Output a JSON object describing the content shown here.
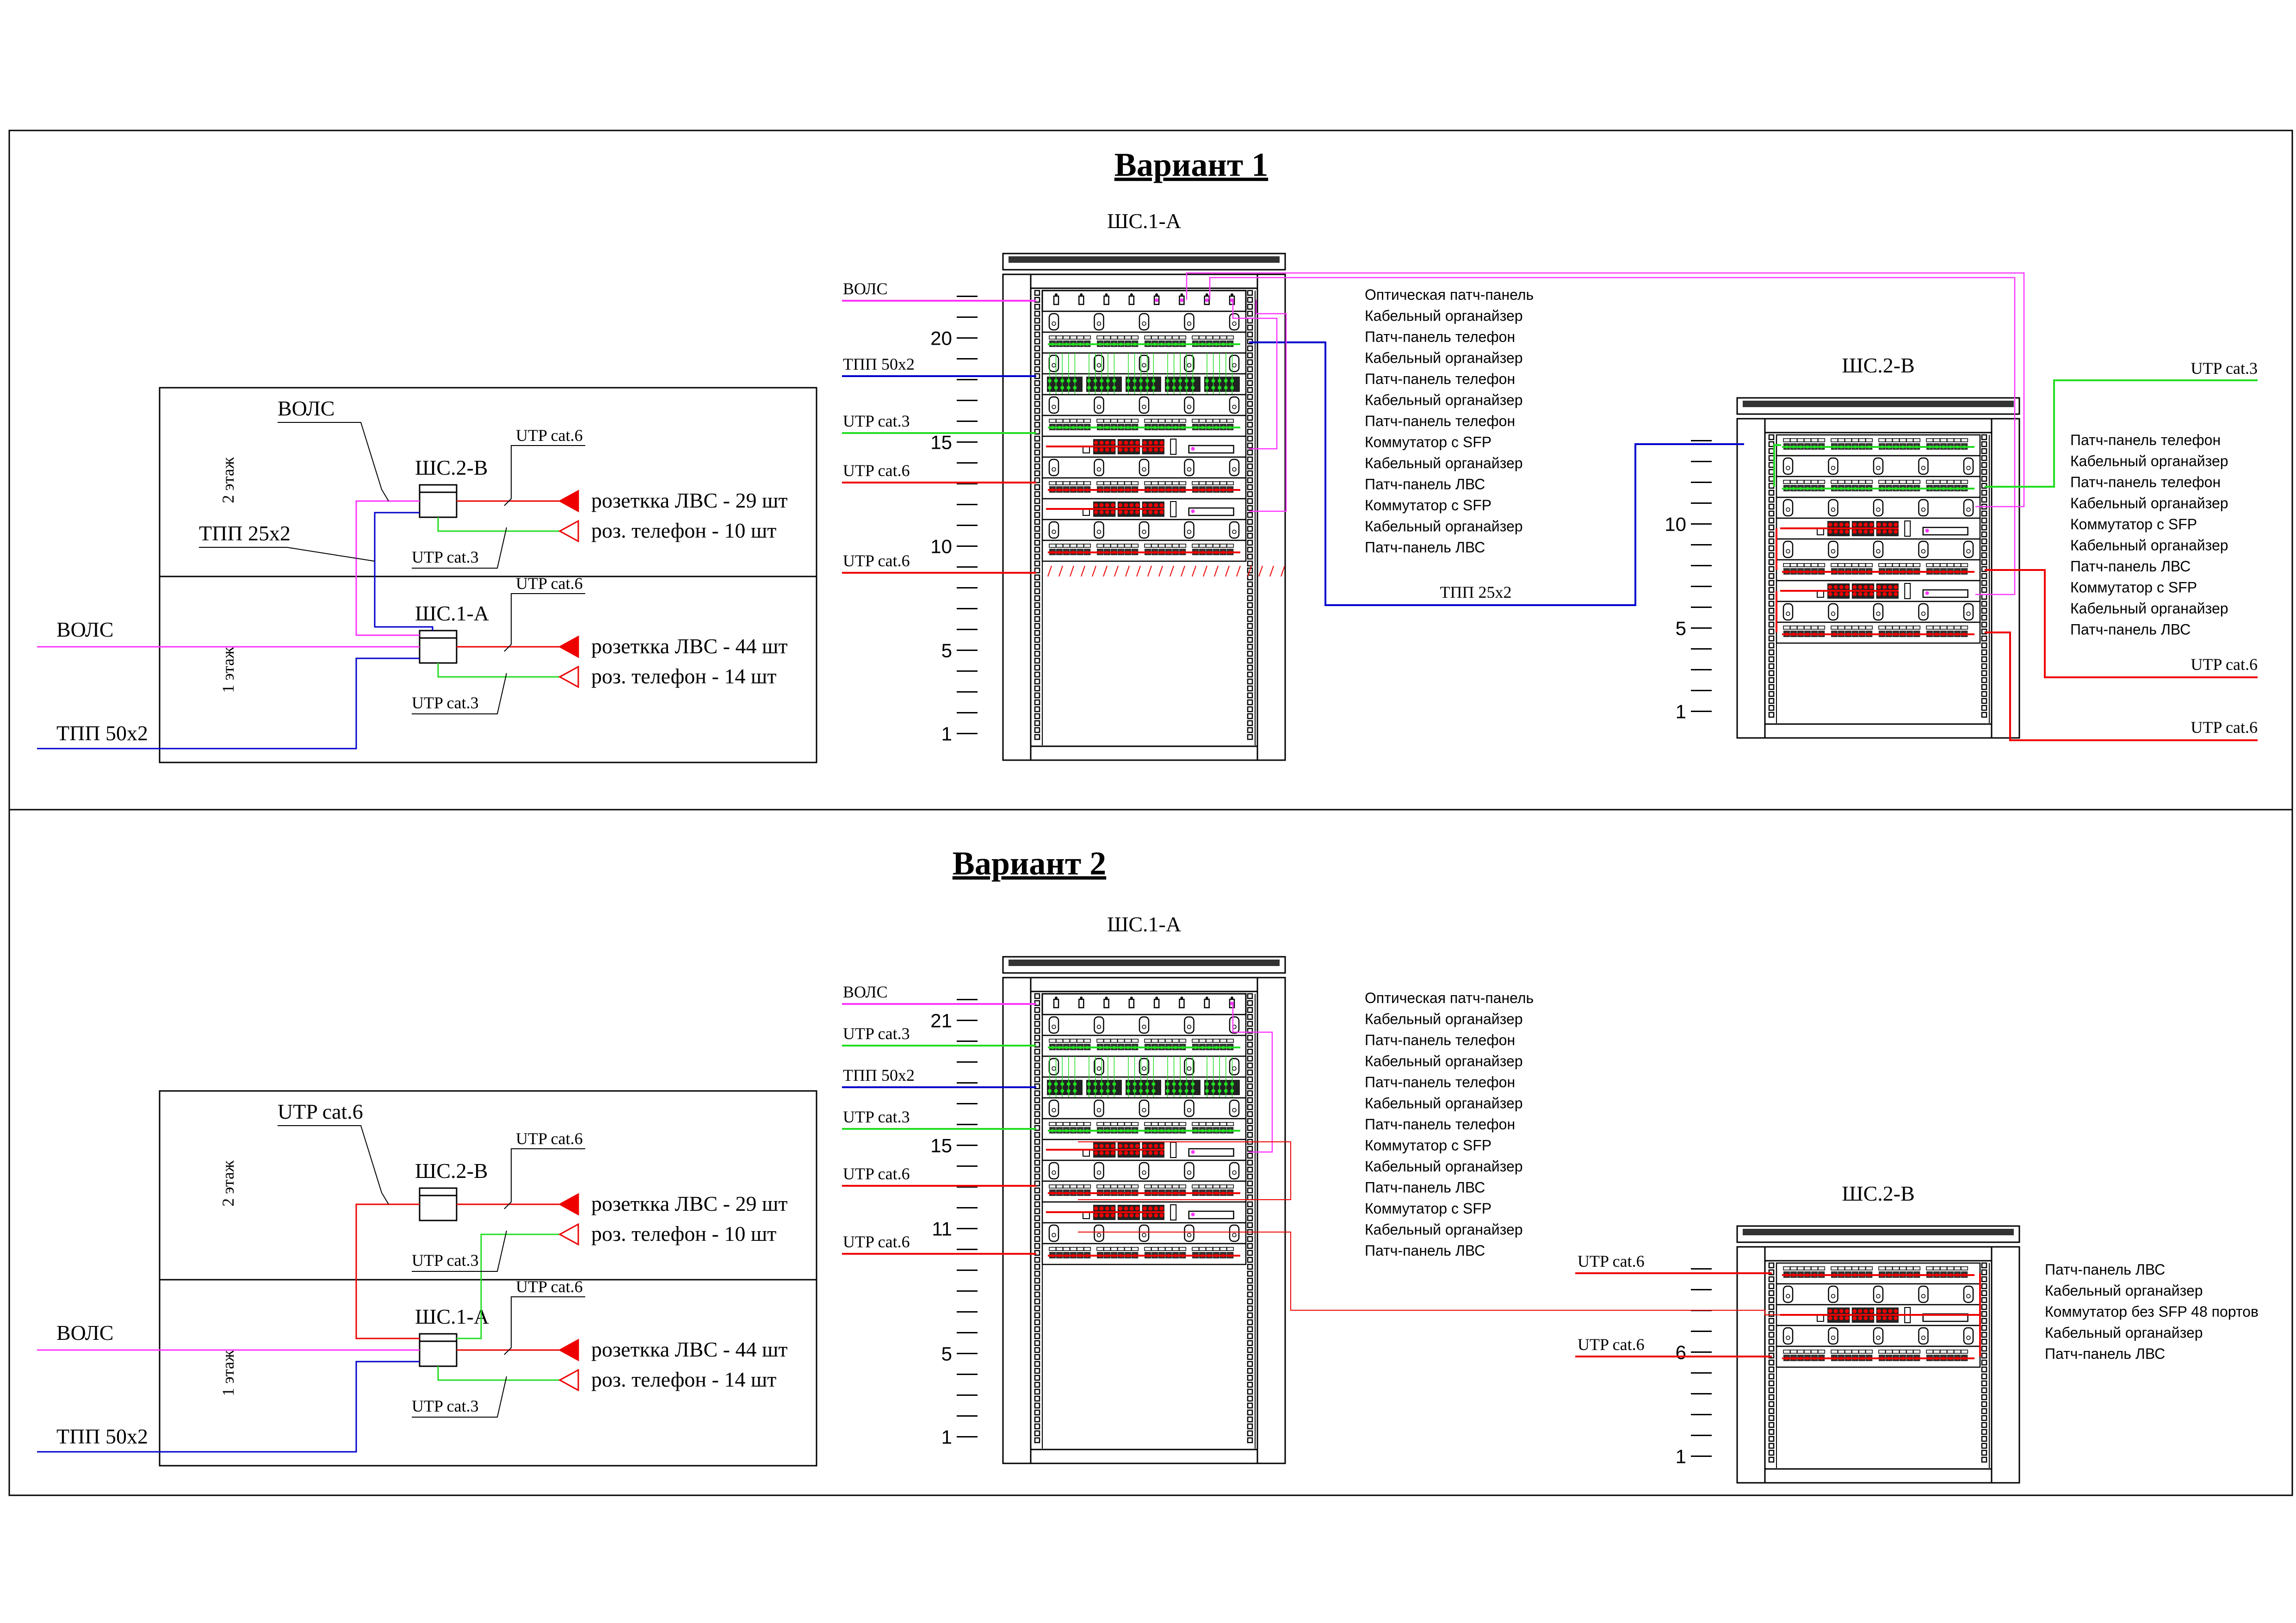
{
  "colors": {
    "fiber": "#ff33ff",
    "phone_trunk": "#0000cc",
    "utp3": "#22dd22",
    "utp6": "#ee0000",
    "frame": "#000000"
  },
  "variants": [
    {
      "title": "Вариант 1",
      "schematic": {
        "floor_upper": "2 этаж",
        "floor_lower": "1 этаж",
        "cabinet_upper": "ШС.2-В",
        "cabinet_lower": "ШС.1-А",
        "riser_labels": [
          "ВОЛС",
          "ТПП 25x2"
        ],
        "incoming": [
          {
            "label": "ВОЛС",
            "kind": "fiber"
          },
          {
            "label": "ТПП 50x2",
            "kind": "phone_trunk"
          }
        ],
        "upper_outlets": [
          {
            "cable": "UTP cat.6",
            "text": "розеткка ЛВС - 29 шт",
            "kind": "lan"
          },
          {
            "cable": "UTP cat.3",
            "text": "роз. телефон - 10 шт",
            "kind": "phone"
          }
        ],
        "lower_outlets": [
          {
            "cable": "UTP cat.6",
            "text": "розеткка ЛВС - 44 шт",
            "kind": "lan"
          },
          {
            "cable": "UTP cat.3",
            "text": "роз. телефон - 14 шт",
            "kind": "phone"
          }
        ]
      },
      "rack_main": {
        "name": "ШС.1-А",
        "scale": [
          "20",
          "15",
          "10",
          "5",
          "1"
        ],
        "inputs": [
          "ВОЛС",
          "ТПП 50x2",
          "UTP cat.3",
          "UTP cat.6",
          "UTP cat.6"
        ],
        "units": [
          "Оптическая патч-панель",
          "Кабельный органайзер",
          "Патч-панель телефон",
          "Кабельный органайзер",
          "Патч-панель телефон",
          "Кабельный органайзер",
          "Патч-панель телефон",
          "Коммутатор с SFP",
          "Кабельный органайзер",
          "Патч-панель ЛВС",
          "Коммутатор с SFP",
          "Кабельный органайзер",
          "Патч-панель ЛВС"
        ],
        "link_label": "ТПП 25x2"
      },
      "rack_remote": {
        "name": "ШС.2-В",
        "scale": [
          "10",
          "5",
          "1"
        ],
        "outputs": [
          "UTP cat.3",
          "UTP cat.6",
          "UTP cat.6"
        ],
        "units": [
          "Патч-панель телефон",
          "Кабельный органайзер",
          "Патч-панель телефон",
          "Кабельный органайзер",
          "Коммутатор с SFP",
          "Кабельный органайзер",
          "Патч-панель ЛВС",
          "Коммутатор с SFP",
          "Кабельный органайзер",
          "Патч-панель ЛВС"
        ]
      }
    },
    {
      "title": "Вариант 2",
      "schematic": {
        "floor_upper": "2 этаж",
        "floor_lower": "1 этаж",
        "cabinet_upper": "ШС.2-В",
        "cabinet_lower": "ШС.1-А",
        "riser_labels": [
          "UTP cat.6",
          "UTP cat.3"
        ],
        "incoming": [
          {
            "label": "ВОЛС",
            "kind": "fiber"
          },
          {
            "label": "ТПП 50x2",
            "kind": "phone_trunk"
          }
        ],
        "upper_outlets": [
          {
            "cable": "UTP cat.6",
            "text": "розеткка ЛВС - 29 шт",
            "kind": "lan"
          },
          {
            "cable": "UTP cat.3",
            "text": "роз. телефон - 10 шт",
            "kind": "phone"
          }
        ],
        "lower_outlets": [
          {
            "cable": "UTP cat.6",
            "text": "розеткка ЛВС - 44 шт",
            "kind": "lan"
          },
          {
            "cable": "UTP cat.3",
            "text": "роз. телефон - 14 шт",
            "kind": "phone"
          }
        ]
      },
      "rack_main": {
        "name": "ШС.1-А",
        "scale": [
          "21",
          "15",
          "11",
          "5",
          "1"
        ],
        "inputs": [
          "ВОЛС",
          "UTP cat.3",
          "ТПП 50x2",
          "UTP cat.3",
          "UTP cat.6",
          "UTP cat.6"
        ],
        "units": [
          "Оптическая патч-панель",
          "Кабельный органайзер",
          "Патч-панель телефон",
          "Кабельный органайзер",
          "Патч-панель телефон",
          "Кабельный органайзер",
          "Патч-панель телефон",
          "Коммутатор с SFP",
          "Кабельный органайзер",
          "Патч-панель ЛВС",
          "Коммутатор с SFP",
          "Кабельный органайзер",
          "Патч-панель ЛВС"
        ]
      },
      "rack_remote": {
        "name": "ШС.2-В",
        "scale": [
          "6",
          "1"
        ],
        "inputs": [
          "UTP cat.6",
          "UTP cat.6"
        ],
        "units": [
          "Патч-панель ЛВС",
          "Кабельный органайзер",
          "Коммутатор без SFP 48 портов",
          "Кабельный органайзер",
          "Патч-панель ЛВС"
        ]
      }
    }
  ]
}
